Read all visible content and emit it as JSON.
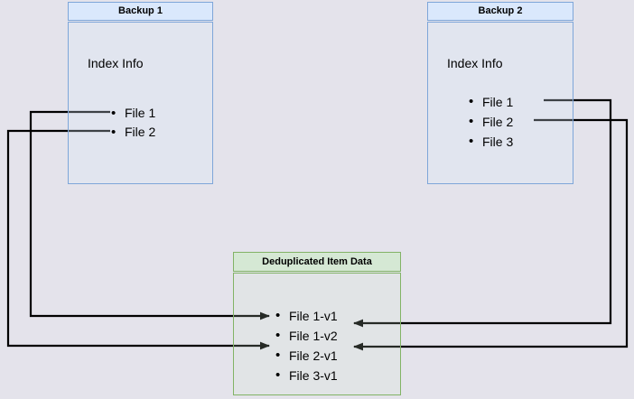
{
  "diagram": {
    "title_semantic": "backup-deduplication-diagram",
    "background_color": "#e4e3eb",
    "blue_fill": "#dae8fc",
    "blue_stroke": "#7ea6d9",
    "green_fill": "#d5e8d4",
    "green_stroke": "#82b366",
    "edge_color": "#000000"
  },
  "nodes": {
    "backup1": {
      "title": "Backup 1",
      "section_label": "Index Info",
      "files": [
        "File 1",
        "File 2"
      ]
    },
    "backup2": {
      "title": "Backup 2",
      "section_label": "Index Info",
      "files": [
        "File 1",
        "File 2",
        "File 3"
      ]
    },
    "dedup": {
      "title": "Deduplicated Item Data",
      "items": [
        "File 1-v1",
        "File 1-v2",
        "File 2-v1",
        "File 3-v1"
      ]
    }
  },
  "edges": [
    {
      "name": "backup1-file1-to-file1v1",
      "from": "Backup 1 / File 1",
      "to": "Deduplicated Item Data / File 1-v1"
    },
    {
      "name": "backup1-file2-to-file2v1",
      "from": "Backup 1 / File 2",
      "to": "Deduplicated Item Data / File 2-v1"
    },
    {
      "name": "backup2-file1-to-file1v2",
      "from": "Backup 2 / File 1",
      "to": "Deduplicated Item Data / File 1-v2"
    },
    {
      "name": "backup2-file2-to-file2v1",
      "from": "Backup 2 / File 2",
      "to": "Deduplicated Item Data / File 2-v1"
    }
  ]
}
